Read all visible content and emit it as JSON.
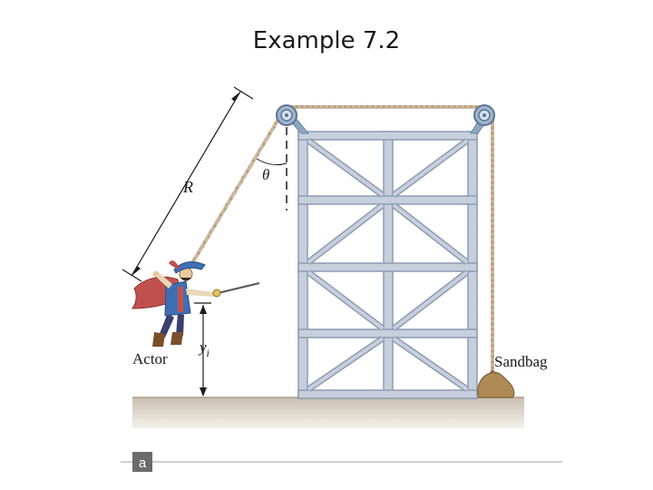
{
  "title": "Example 7.2",
  "labels": {
    "rope_length": "R",
    "angle": "θ",
    "actor": "Actor",
    "initial_height": "y",
    "initial_height_sub": "i",
    "sandbag": "Sandbag",
    "panel_tag": "a"
  },
  "colors": {
    "frame_outer": "#8e9bb2",
    "frame_inner": "#c7cfdd",
    "rope": "#c9b49a",
    "pulley": "#8ea6c2",
    "ground_top": "#c9bfae",
    "ground_bottom": "#f2efe9",
    "sandbag": "#b08a55",
    "cape": "#c0504d",
    "tunic": "#3f6fb3",
    "panel_tag_bg": "#6b6b6b"
  },
  "icons": {
    "pulley_left": "pulley-icon",
    "pulley_right": "pulley-icon",
    "actor": "swashbuckler-figure",
    "sandbag": "sandbag-icon"
  }
}
